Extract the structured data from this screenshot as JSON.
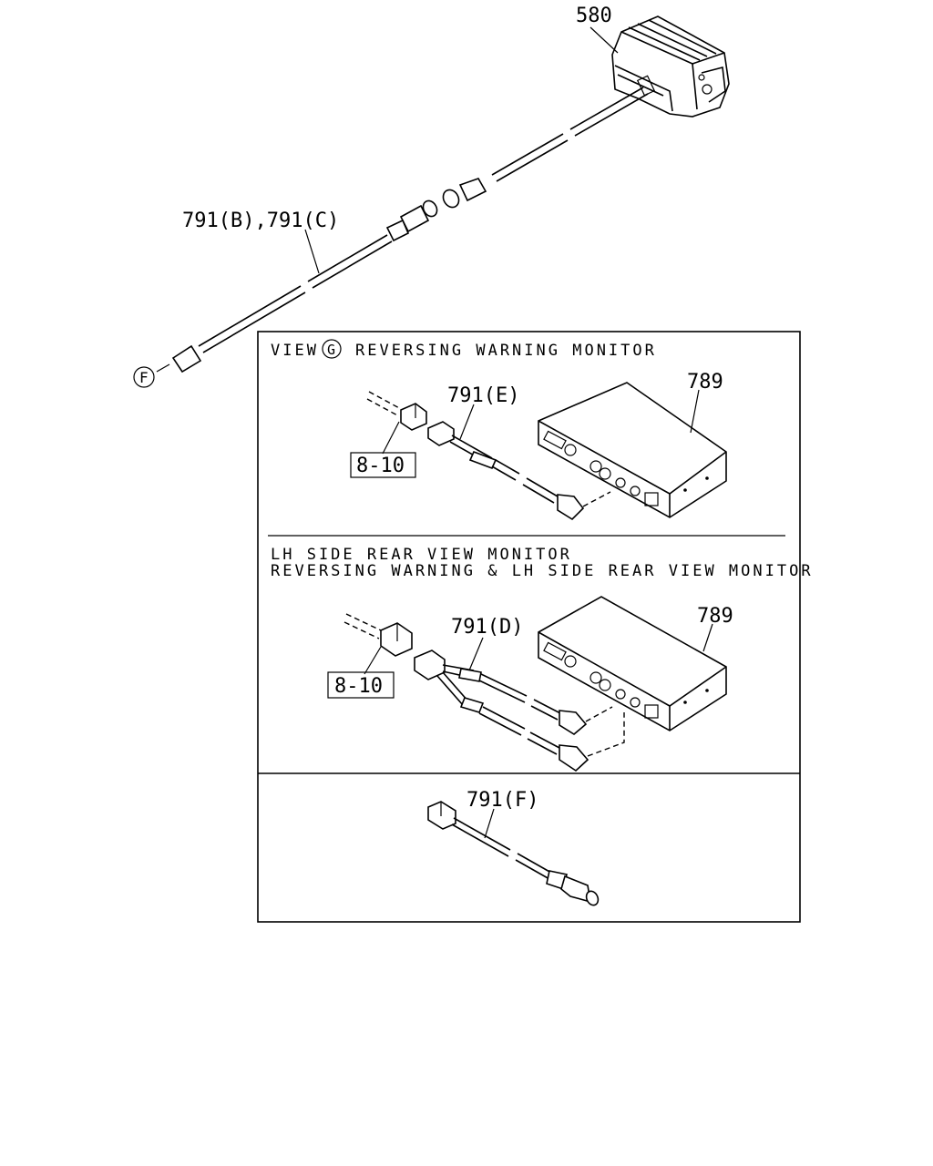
{
  "labels": {
    "camera": "580",
    "cable_main": "791(B),791(C)",
    "ref_f": "F",
    "monitor_top": "789",
    "cable_e": "791(E)",
    "harness_top": "8-10",
    "monitor_mid": "789",
    "cable_d": "791(D)",
    "harness_mid": "8-10",
    "cable_f": "791(F)"
  },
  "panels": {
    "view_prefix": "VIEW",
    "view_ref": "G",
    "view_title": "REVERSING WARNING MONITOR",
    "mid_title_1": "LH SIDE REAR VIEW MONITOR",
    "mid_title_2": "REVERSING WARNING & LH SIDE REAR VIEW MONITOR"
  }
}
